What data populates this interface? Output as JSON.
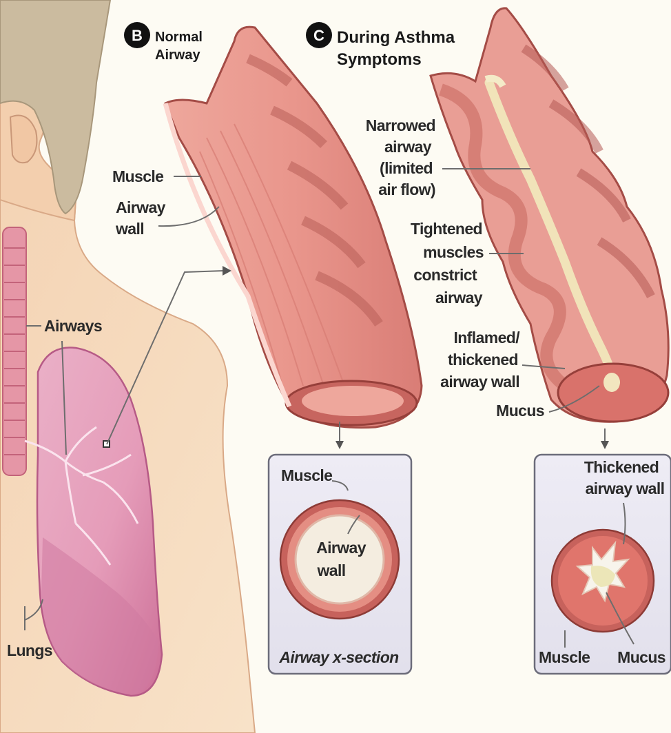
{
  "panel_b": {
    "badge": "B",
    "title_line1": "Normal",
    "title_line2": "Airway"
  },
  "panel_c": {
    "badge": "C",
    "title_line1": "During Asthma",
    "title_line2": "Symptoms"
  },
  "labels": {
    "muscle": "Muscle",
    "airway_wall_1": "Airway",
    "airway_wall_2": "wall",
    "airways": "Airways",
    "lungs": "Lungs",
    "narrowed_1": "Narrowed",
    "narrowed_2": "airway",
    "narrowed_3": "(limited",
    "narrowed_4": "air flow)",
    "tightened_1": "Tightened",
    "tightened_2": "muscles",
    "tightened_3": "constrict",
    "tightened_4": "airway",
    "inflamed_1": "Inflamed/",
    "inflamed_2": "thickened",
    "inflamed_3": "airway wall",
    "mucus": "Mucus"
  },
  "inset_normal": {
    "muscle": "Muscle",
    "airway_wall_1": "Airway",
    "airway_wall_2": "wall",
    "caption": "Airway x-section"
  },
  "inset_asthma": {
    "thickened_1": "Thickened",
    "thickened_2": "airway wall",
    "muscle": "Muscle",
    "mucus": "Mucus"
  },
  "colors": {
    "background": "#fdfbf3",
    "skin": "#f6dcc0",
    "hair": "#c9b89c",
    "lung": "#e6a0bb",
    "airway_inner": "#e99e95",
    "airway_muscle": "#c1655e",
    "inset_bg": "#e9e7f2",
    "mucus": "#f1e7c2"
  }
}
